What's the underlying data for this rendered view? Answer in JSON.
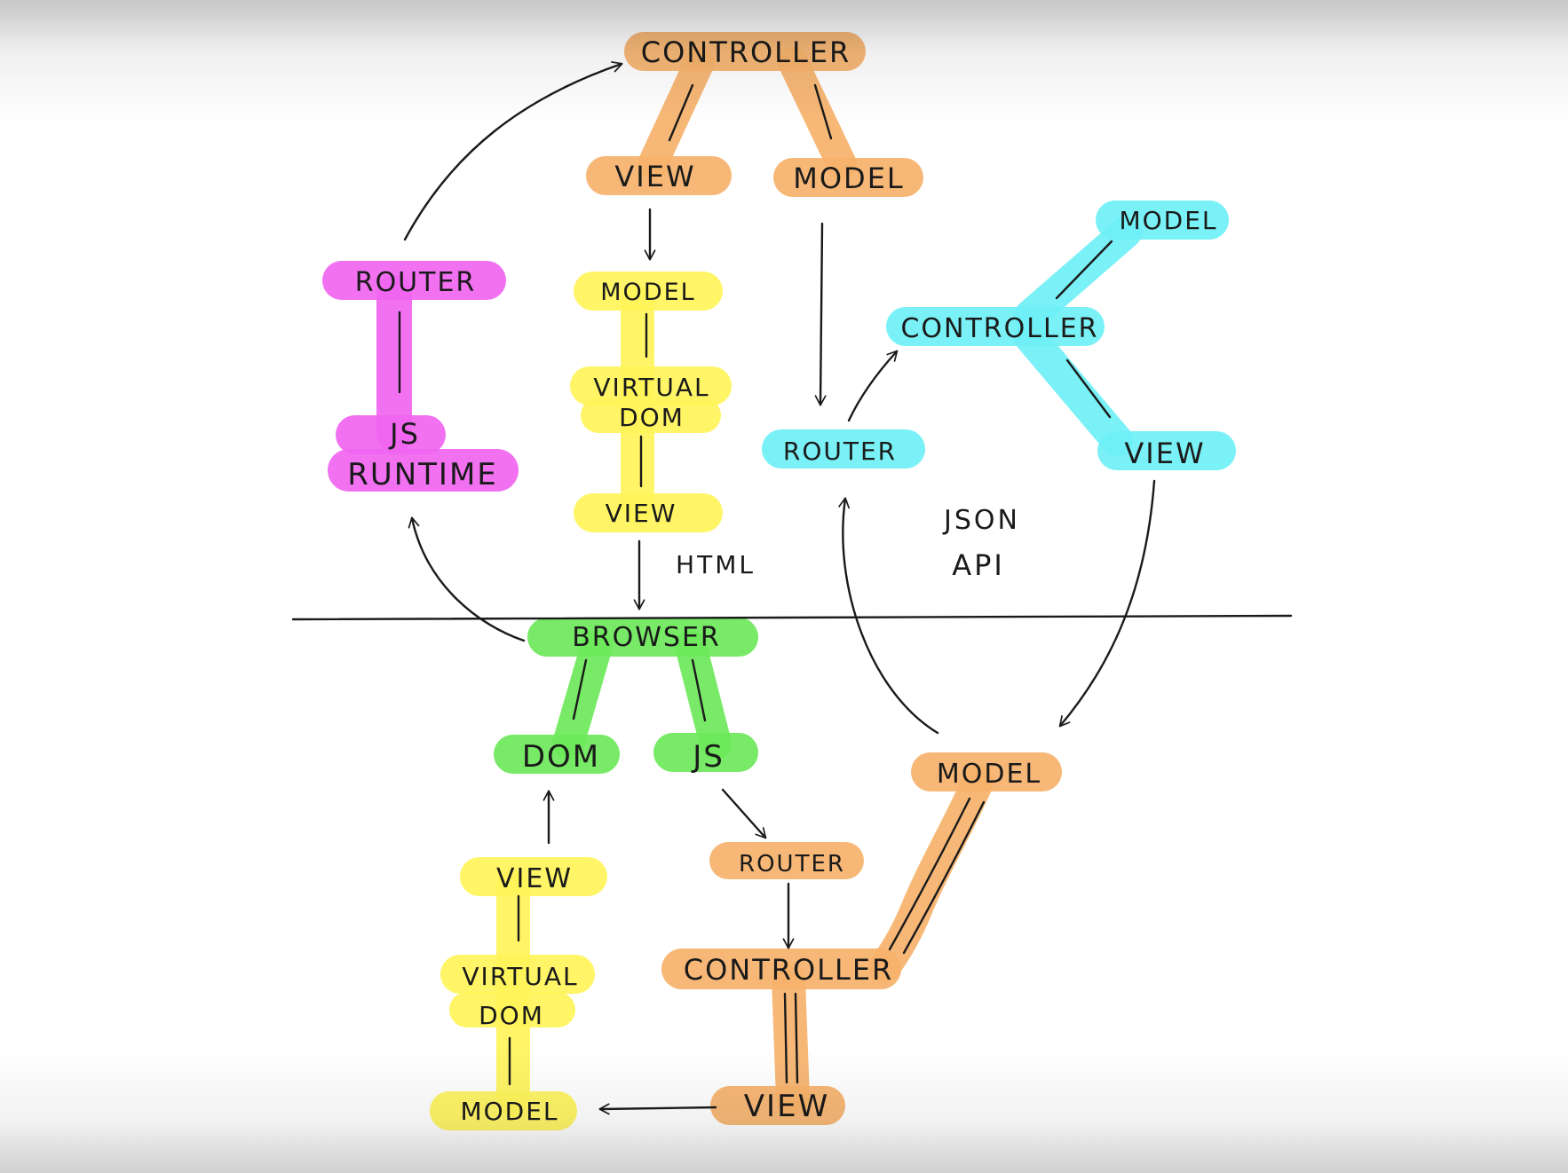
{
  "colors": {
    "orange": "#f6b26b",
    "yellow": "#fff45a",
    "magenta": "#f065f0",
    "cyan": "#6ef0f5",
    "green": "#6de85a",
    "ink": "#1a1a1a"
  },
  "server_top": {
    "controller": "CONTROLLER",
    "view": "VIEW",
    "model": "MODEL"
  },
  "client_render": {
    "model": "MODEL",
    "virtual_dom_1": "VIRTUAL",
    "virtual_dom_2": "DOM",
    "view": "VIEW"
  },
  "client_runtime": {
    "router": "ROUTER",
    "js_1": "JS",
    "js_2": "RUNTIME"
  },
  "api_server": {
    "router": "ROUTER",
    "controller": "CONTROLLER",
    "model": "MODEL",
    "view": "VIEW"
  },
  "annotations": {
    "html": "HTML",
    "json_1": "JSON",
    "json_2": "API"
  },
  "browser": {
    "browser": "BROWSER",
    "dom": "DOM",
    "js": "JS"
  },
  "client_bottom": {
    "view": "VIEW",
    "virtual_dom_1": "VIRTUAL",
    "virtual_dom_2": "DOM",
    "model": "MODEL"
  },
  "client_mvc": {
    "router": "ROUTER",
    "controller": "CONTROLLER",
    "view": "VIEW",
    "model": "MODEL"
  }
}
